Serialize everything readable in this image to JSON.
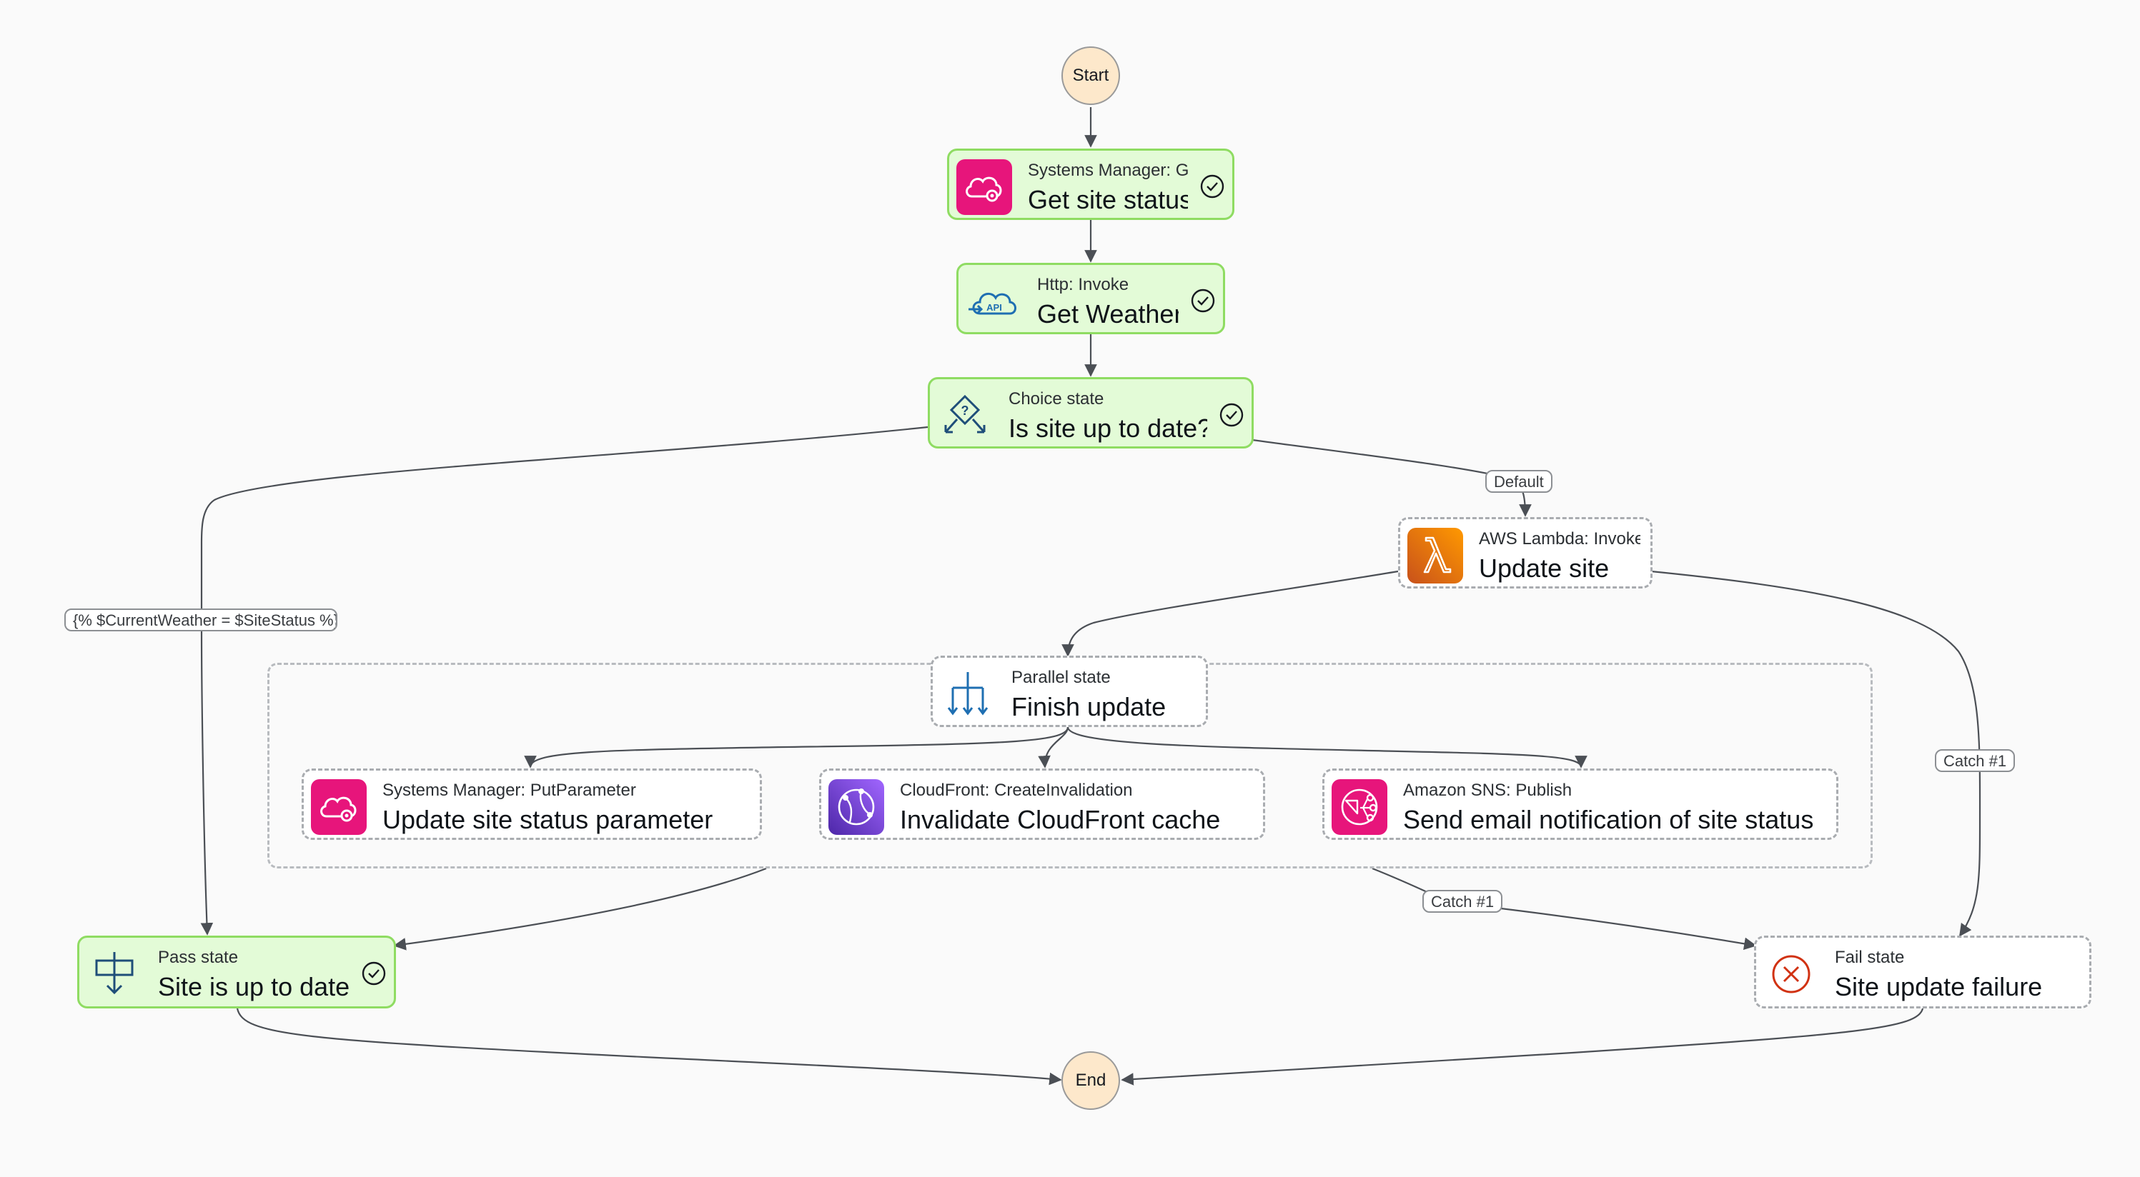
{
  "start_label": "Start",
  "end_label": "End",
  "nodes": {
    "get_site_status": {
      "subtitle": "Systems Manager: GetParameter",
      "title": "Get site status"
    },
    "get_weather": {
      "subtitle": "Http: Invoke",
      "title": "Get Weather"
    },
    "choice": {
      "subtitle": "Choice state",
      "title": "Is site up to date?"
    },
    "update_site": {
      "subtitle": "AWS Lambda: Invoke",
      "title": "Update site"
    },
    "finish_update": {
      "subtitle": "Parallel state",
      "title": "Finish update"
    },
    "update_param": {
      "subtitle": "Systems Manager: PutParameter",
      "title": "Update site status parameter"
    },
    "invalidate_cache": {
      "subtitle": "CloudFront: CreateInvalidation",
      "title": "Invalidate CloudFront cache"
    },
    "send_email": {
      "subtitle": "Amazon SNS: Publish",
      "title": "Send email notification of site status"
    },
    "pass_state": {
      "subtitle": "Pass state",
      "title": "Site is up to date"
    },
    "fail_state": {
      "subtitle": "Fail state",
      "title": "Site update failure"
    }
  },
  "edge_labels": {
    "condition": "{% $CurrentWeather = $SiteStatus %}",
    "default": "Default",
    "catch_lambda": "Catch #1",
    "catch_parallel": "Catch #1"
  },
  "colors": {
    "ssm": "#e7157b",
    "lambda": "#ed7100",
    "cloudfront": "#8c4fff",
    "sns": "#e7157b",
    "succeeded_fill": "#e3fbd7",
    "succeeded_border": "#8fdc62",
    "start_end_fill": "#fde8cb"
  },
  "icons": {
    "ssm": "systems-manager-icon",
    "http": "api-cloud-icon",
    "choice": "choice-diamond-icon",
    "lambda": "lambda-icon",
    "parallel": "parallel-icon",
    "cloudfront": "cloudfront-icon",
    "sns": "sns-icon",
    "pass": "pass-icon",
    "fail": "fail-icon",
    "check": "check-circle-icon"
  }
}
